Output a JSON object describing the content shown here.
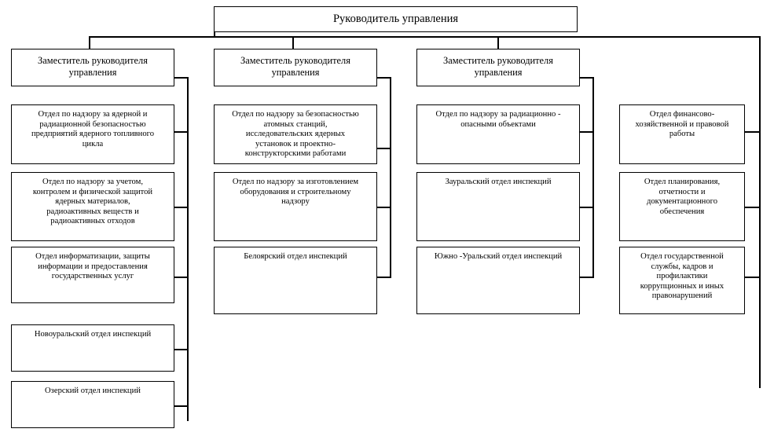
{
  "diagram": {
    "title_text": "Руководитель управления",
    "root": {
      "label": "Руководитель управления"
    },
    "deputies": [
      {
        "label": "Заместитель руководителя\nуправления"
      },
      {
        "label": "Заместитель руководителя\nуправления"
      },
      {
        "label": "Заместитель руководителя\nуправления"
      }
    ],
    "columns": [
      {
        "name": "column-1",
        "departments": [
          {
            "label": "Отдел по надзору за ядерной и\nрадиационной безопасностью\nпредприятий ядерного топливного\nцикла"
          },
          {
            "label": "Отдел по надзору за учетом,\nконтролем и физической защитой\nядерных материалов,\nрадиоактивных веществ и\nрадиоактивных отходов"
          },
          {
            "label": "Отдел информатизации, защиты\nинформации и предоставления\nгосударственных услуг"
          },
          {
            "label": "Новоуральский отдел инспекций"
          },
          {
            "label": "Озерский отдел инспекций"
          }
        ]
      },
      {
        "name": "column-2",
        "departments": [
          {
            "label": "Отдел по надзору за безопасностью\nатомных станций,\nисследовательских ядерных\nустановок и проектно-\nконструкторскими работами"
          },
          {
            "label": "Отдел по надзору за изготовлением\nоборудования и строительному\nнадзору"
          },
          {
            "label": "Белоярский отдел инспекций"
          }
        ]
      },
      {
        "name": "column-3",
        "departments": [
          {
            "label": "Отдел по надзору за радиационно -\nопасными объектами"
          },
          {
            "label": "Зауральский отдел инспекций"
          },
          {
            "label": "Южно -Уральский отдел инспекций"
          }
        ]
      },
      {
        "name": "column-4",
        "departments": [
          {
            "label": "Отдел финансово-\nхозяйственной и правовой\nработы"
          },
          {
            "label": "Отдел планирования,\nотчетности и\nдокументационного\nобеспечения"
          },
          {
            "label": "Отдел государственной\nслужбы, кадров и\nпрофилактики\nкоррупционных и иных\nправонарушений"
          }
        ]
      }
    ],
    "colors": {
      "border": "#000000",
      "background": "#ffffff",
      "text": "#000000"
    }
  }
}
